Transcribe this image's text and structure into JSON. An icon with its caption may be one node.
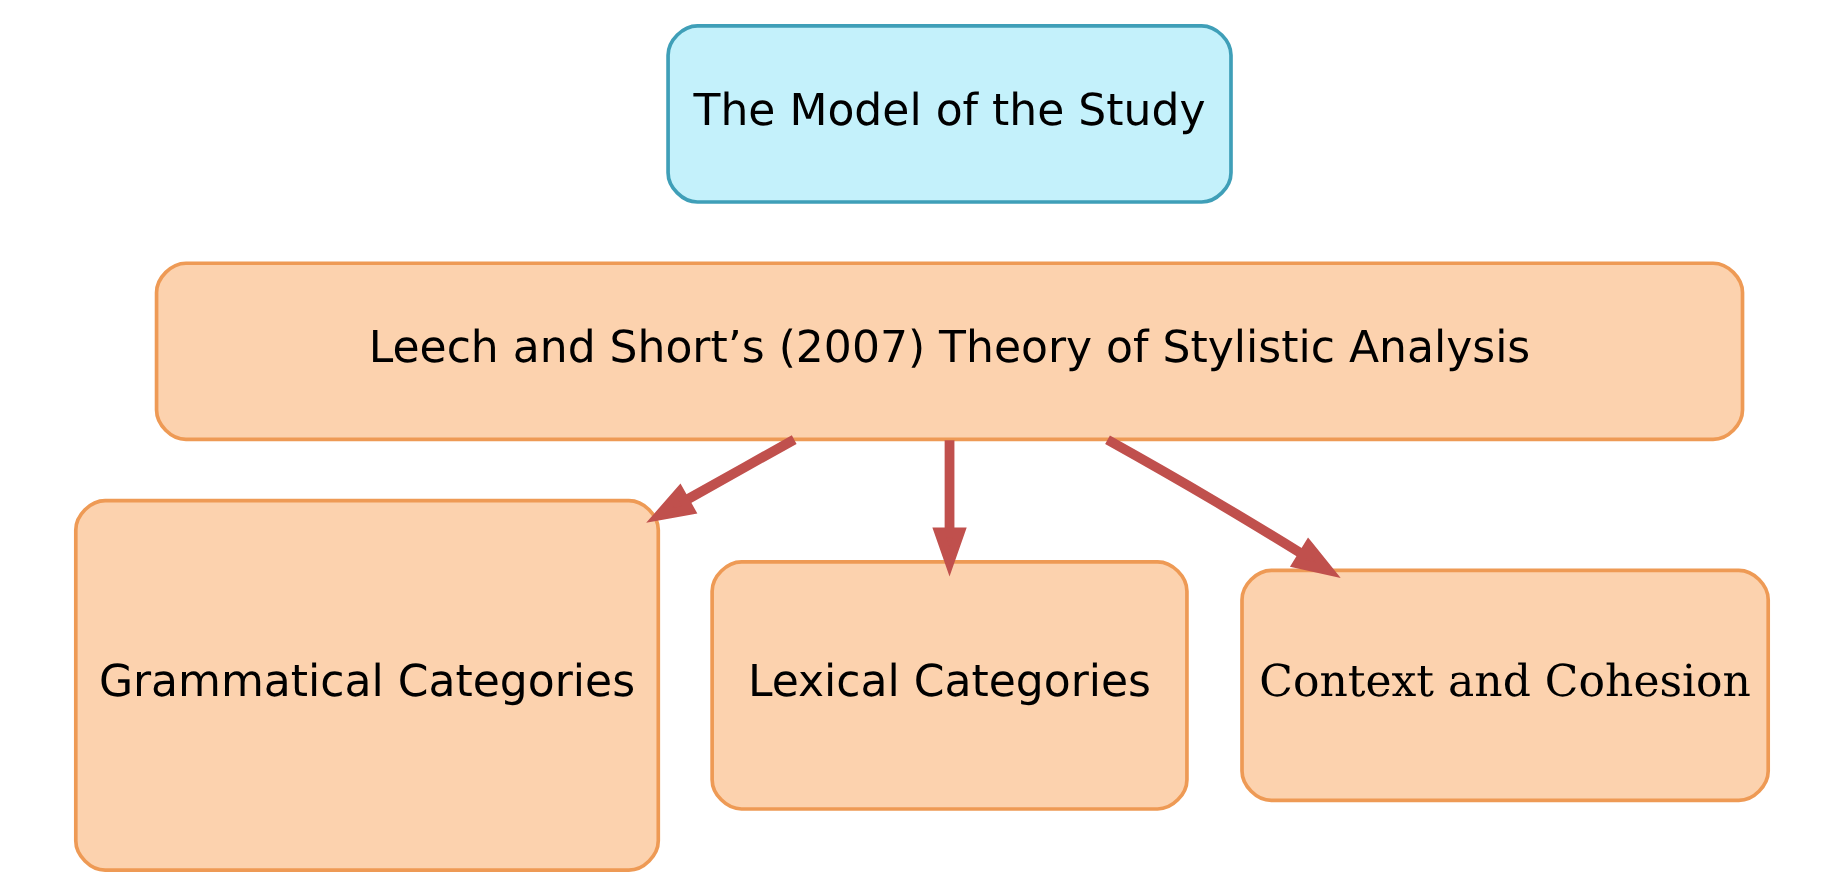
{
  "diagram": {
    "nodes": [
      {
        "text": [
          "The Model of the Study"
        ]
      },
      {
        "text": [
          "Leech and Short’s (2007) Theory of Stylistic Analysis"
        ]
      },
      {
        "text": [
          "Grammatical Categories"
        ]
      },
      {
        "text": [
          "Lexical Categories"
        ]
      },
      {
        "text": [
          "Context and Cohesion"
        ]
      }
    ],
    "edges": [
      {
        "from": 1,
        "to": 2,
        "arrow": "to"
      },
      {
        "from": 1,
        "to": 3,
        "arrow": "to"
      },
      {
        "from": 1,
        "to": 4,
        "arrow": "to"
      }
    ]
  }
}
